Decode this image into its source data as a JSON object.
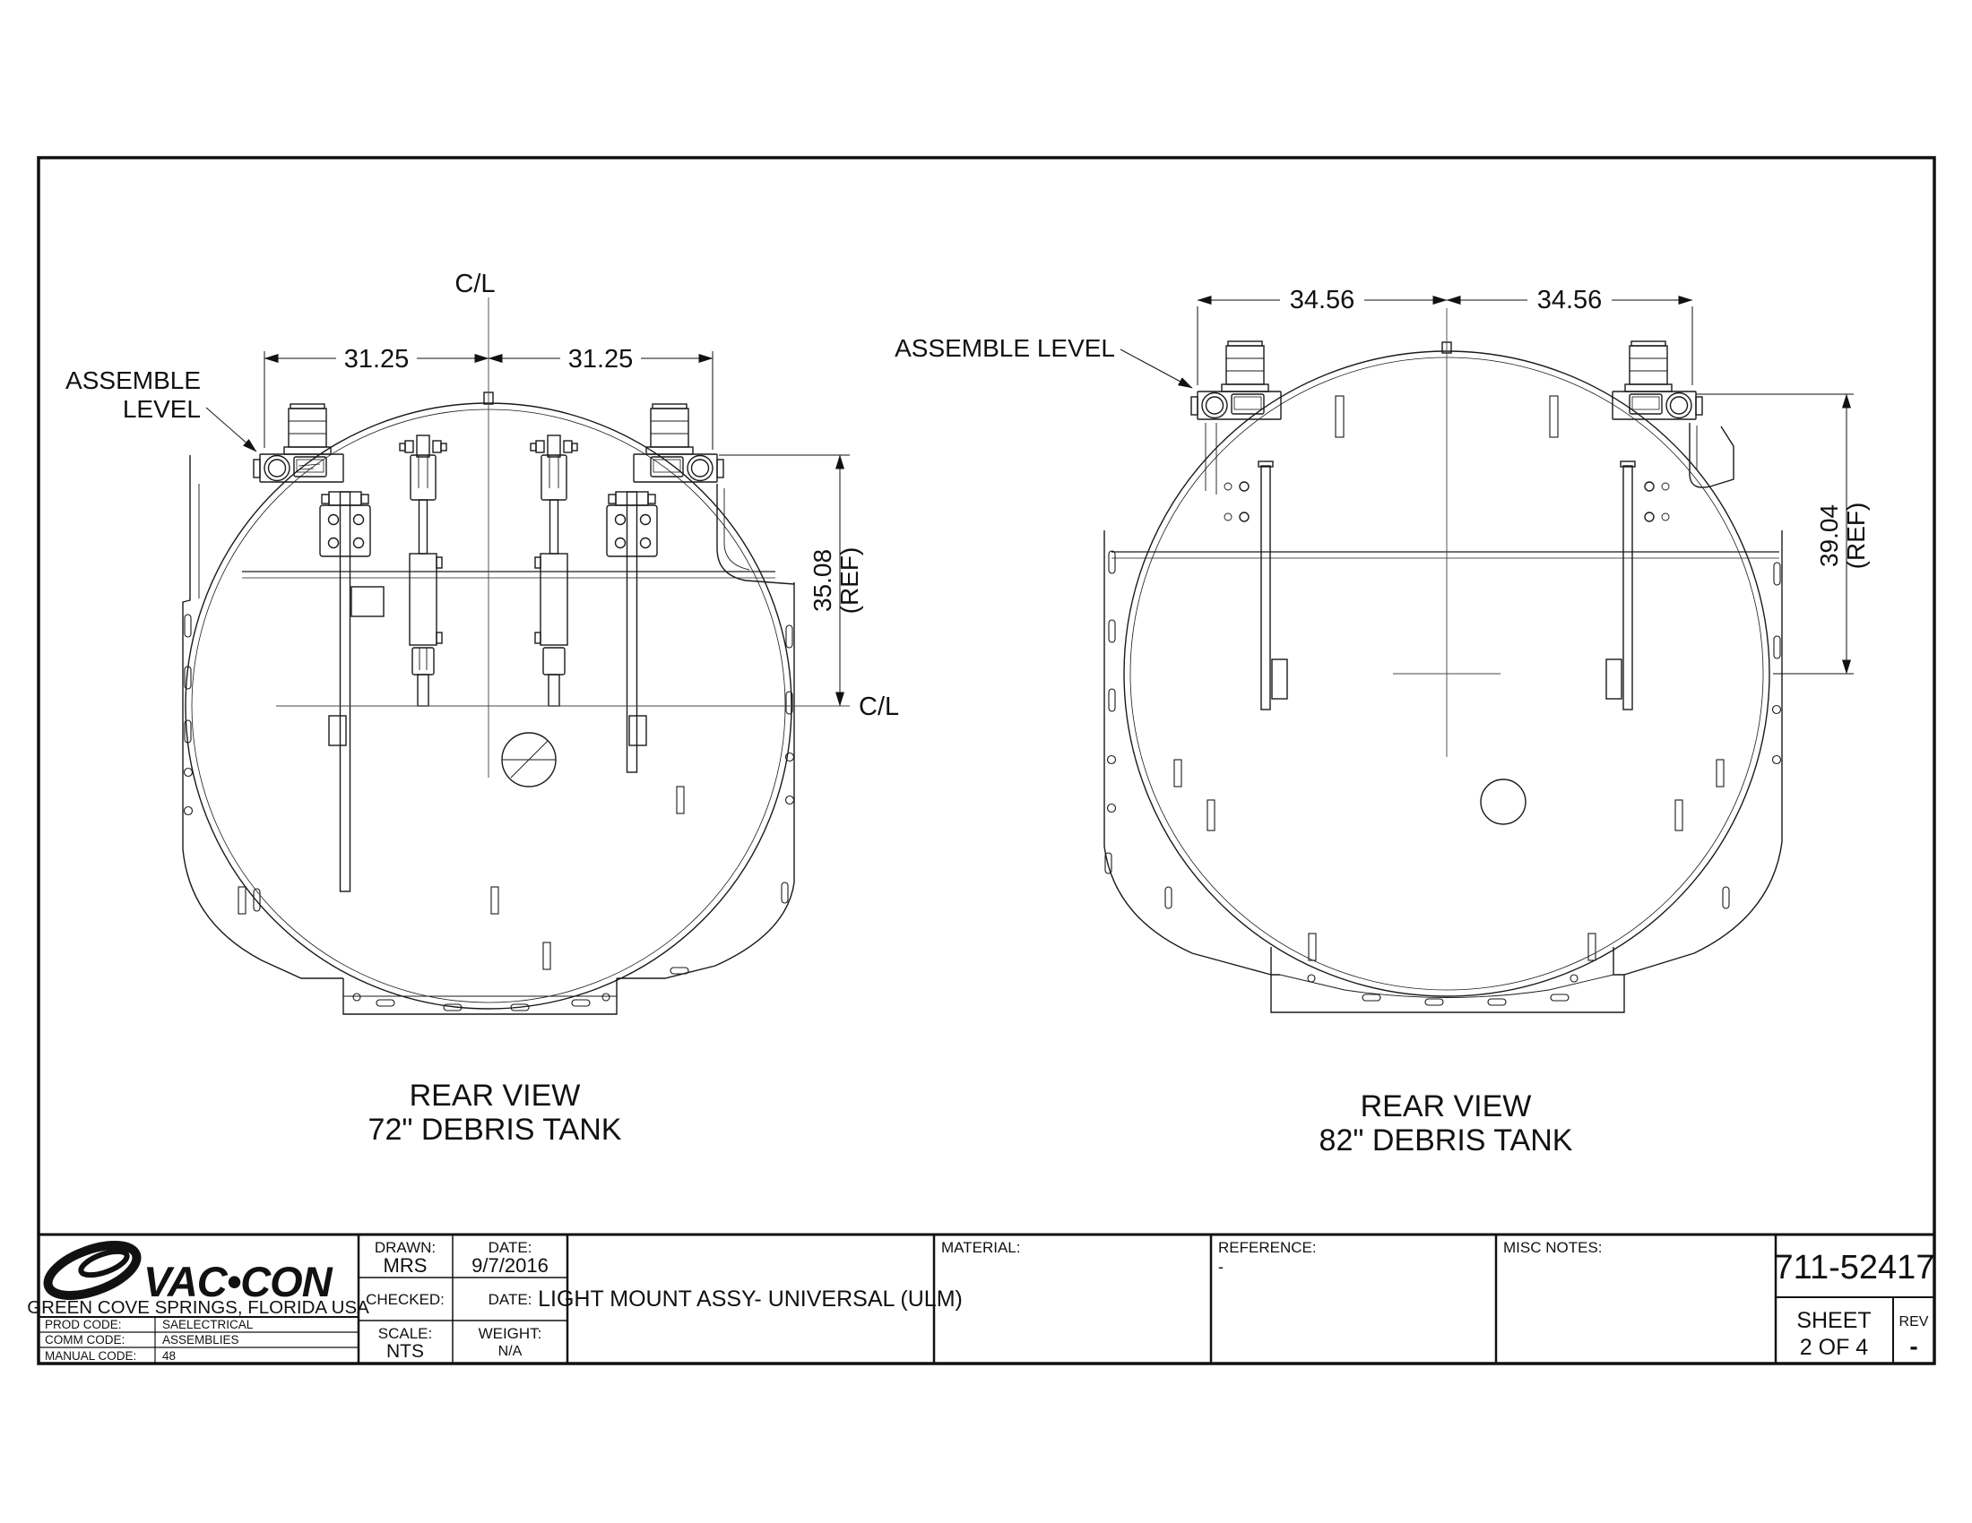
{
  "sheet": {
    "left_view": {
      "centerline_label": "C/L",
      "centerline_side_label": "C/L",
      "dim_half_left": "31.25",
      "dim_half_right": "31.25",
      "dim_height": "35.08",
      "dim_height_ref": "(REF)",
      "assemble_level_line1": "ASSEMBLE",
      "assemble_level_line2": "LEVEL",
      "title_line1": "REAR VIEW",
      "title_line2": "72\" DEBRIS TANK"
    },
    "right_view": {
      "dim_half_left": "34.56",
      "dim_half_right": "34.56",
      "dim_height": "39.04",
      "dim_height_ref": "(REF)",
      "assemble_level": "ASSEMBLE LEVEL",
      "title_line1": "REAR VIEW",
      "title_line2": "82\" DEBRIS TANK"
    },
    "title_block": {
      "logo_text": "VAC•CON",
      "company_location": "GREEN COVE SPRINGS, FLORIDA USA",
      "prod_code_label": "PROD CODE:",
      "prod_code_value": "SAELECTRICAL",
      "comm_code_label": "COMM CODE:",
      "comm_code_value": "ASSEMBLIES",
      "manual_code_label": "MANUAL CODE:",
      "manual_code_value": "48",
      "drawn_label": "DRAWN:",
      "drawn_value": "MRS",
      "drawn_date_label": "DATE:",
      "drawn_date_value": "9/7/2016",
      "checked_label": "CHECKED:",
      "checked_date_label": "DATE:",
      "scale_label": "SCALE:",
      "scale_value": "NTS",
      "weight_label": "WEIGHT:",
      "weight_value": "N/A",
      "drawing_title": "LIGHT MOUNT ASSY- UNIVERSAL (ULM)",
      "material_label": "MATERIAL:",
      "reference_label": "REFERENCE:",
      "reference_value": "-",
      "misc_notes_label": "MISC NOTES:",
      "drawing_number": "711-52417",
      "sheet_label": "SHEET",
      "sheet_value": "2  OF 4",
      "rev_label": "REV",
      "rev_value": "-"
    }
  }
}
